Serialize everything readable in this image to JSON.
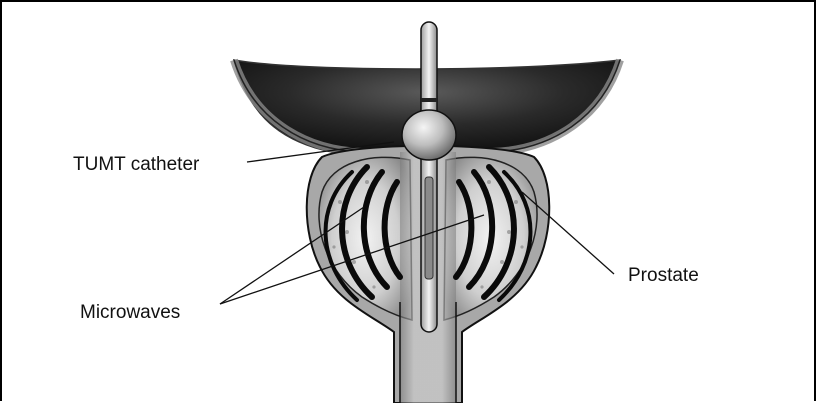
{
  "labels": {
    "catheter": "TUMT catheter",
    "microwaves": "Microwaves",
    "prostate": "Prostate"
  },
  "colors": {
    "line": "#111111",
    "bladder_dark": "#262626",
    "tissue_light": "#d8d8d8",
    "tissue_mid": "#9a9a9a",
    "wave": "#0a0a0a"
  },
  "icons": {
    "catheter": "tumt-catheter-illustration",
    "balloon": "catheter-balloon",
    "prostate": "prostate-gland-illustration",
    "microwaves": "microwave-arcs"
  }
}
